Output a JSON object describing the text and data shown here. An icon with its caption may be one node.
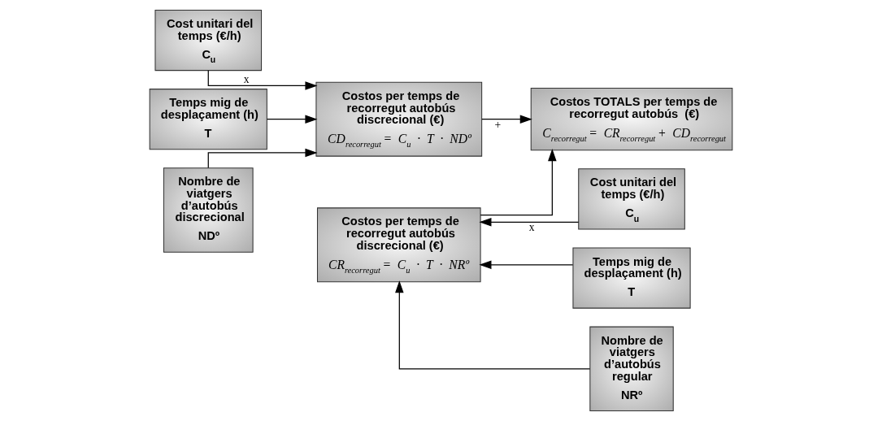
{
  "diagram": {
    "nodes": [
      {
        "text": [
          "Cost unitari del temps (€/h)",
          "C$_{u}$"
        ]
      },
      {
        "text": [
          "Temps mig de desplaçament (h)",
          "T"
        ]
      },
      {
        "text": [
          "Nombre de viatgers d’autobús discrecional",
          "NDº"
        ]
      },
      {
        "text": [
          "Costos per temps de recorregut autobús discrecional (€)",
          "CD$_{recorregut}$ = C$_{u}$ · T · NDº"
        ]
      },
      {
        "text": [
          "Costos TOTALS per temps de recorregut autobús  (€)",
          "C$_{recorregut}$ = CR$_{recorregut}$ + CD$_{recorregut}$"
        ]
      },
      {
        "text": [
          "Costos per temps de recorregut autobús discrecional (€)",
          "CR$_{recorregut}$ = C$_{u}$ · T · NRº"
        ]
      },
      {
        "text": [
          "Cost unitari del temps (€/h)",
          "C$_{u}$"
        ]
      },
      {
        "text": [
          "Temps mig de desplaçament (h)",
          "T"
        ]
      },
      {
        "text": [
          "Nombre de viatgers d’autobús regular",
          "NRº"
        ]
      }
    ],
    "edges": [
      {
        "from": 0,
        "to": 3,
        "arrow": "to",
        "label": "x"
      },
      {
        "from": 1,
        "to": 3,
        "arrow": "to"
      },
      {
        "from": 2,
        "to": 3,
        "arrow": "to"
      },
      {
        "from": 3,
        "to": 4,
        "arrow": "to",
        "label": "+"
      },
      {
        "from": 5,
        "to": 4,
        "arrow": "to"
      },
      {
        "from": 6,
        "to": 5,
        "arrow": "to",
        "label": "x"
      },
      {
        "from": 7,
        "to": 5,
        "arrow": "to"
      },
      {
        "from": 8,
        "to": 5,
        "arrow": "to"
      }
    ]
  }
}
